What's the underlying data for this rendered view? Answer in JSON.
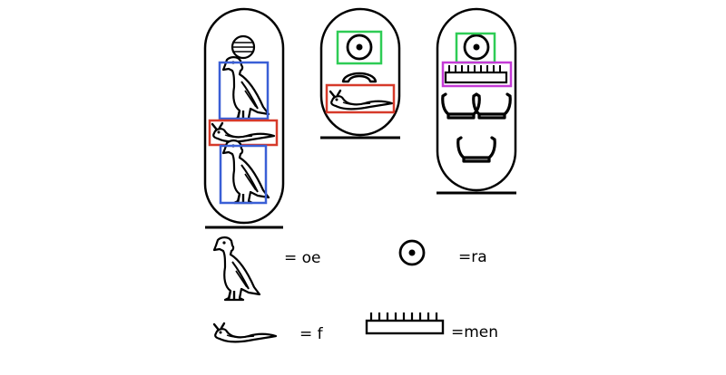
{
  "colors": {
    "oe_box": "#3a5fd6",
    "f_box": "#d63a2a",
    "ra_box": "#2ecc55",
    "men_box": "#c43ad6",
    "ink": "#000000",
    "background": "#ffffff"
  },
  "cartouches": [
    {
      "name": "cartouche-1",
      "signs": [
        "sun-disc-striped",
        "vulture",
        "horned-viper",
        "vulture"
      ],
      "highlights": [
        "oe",
        "f",
        "oe"
      ]
    },
    {
      "name": "cartouche-2",
      "signs": [
        "sun-disc",
        "ka-arms",
        "horned-viper"
      ],
      "highlights": [
        "ra",
        "f"
      ]
    },
    {
      "name": "cartouche-3",
      "signs": [
        "sun-disc",
        "gaming-board",
        "ka-arms",
        "ka-arms",
        "ka-arms"
      ],
      "highlights": [
        "ra",
        "men"
      ]
    }
  ],
  "legend": {
    "oe": "= oe",
    "ra": "=ra",
    "f": "= f",
    "men": "=men"
  }
}
